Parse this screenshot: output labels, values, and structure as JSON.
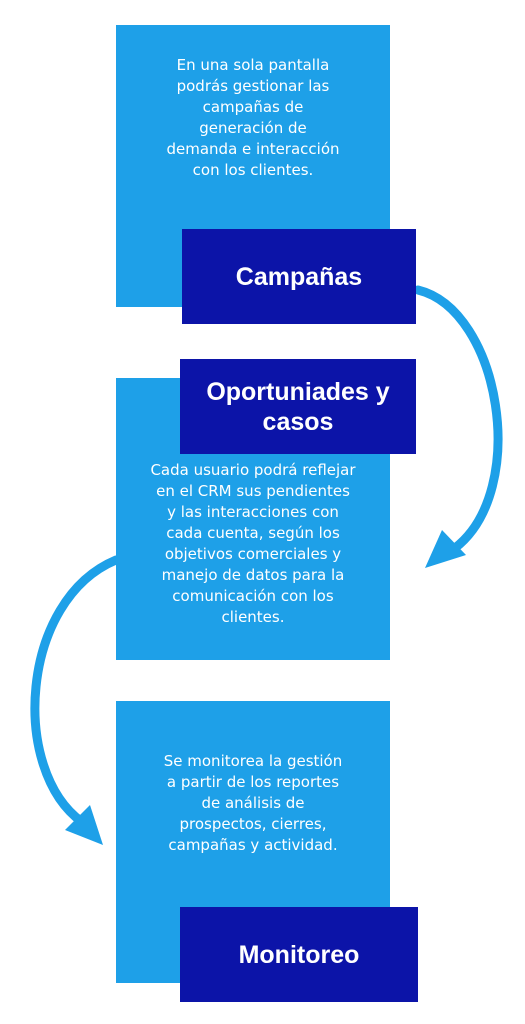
{
  "steps": [
    {
      "title": "Campañas",
      "description": "En una sola pantalla\npodrás gestionar las\ncampañas de\ngeneración de\ndemanda e interacción\ncon los clientes."
    },
    {
      "title": "Oportuniades y\ncasos",
      "description": "Cada usuario podrá reflejar\nen el CRM sus pendientes\ny las interacciones con\ncada cuenta, según los\nobjetivos comerciales y\nmanejo de datos para la\ncomunicación con los\nclientes."
    },
    {
      "title": "Monitoreo",
      "description": "Se monitorea la gestión\na partir de los reportes\nde análisis de\nprospectos, cierres,\ncampañas y actividad."
    }
  ],
  "colors": {
    "box": "#1ea0e8",
    "label": "#0c14a8",
    "arrow": "#1ea0e8",
    "text": "#ffffff"
  }
}
